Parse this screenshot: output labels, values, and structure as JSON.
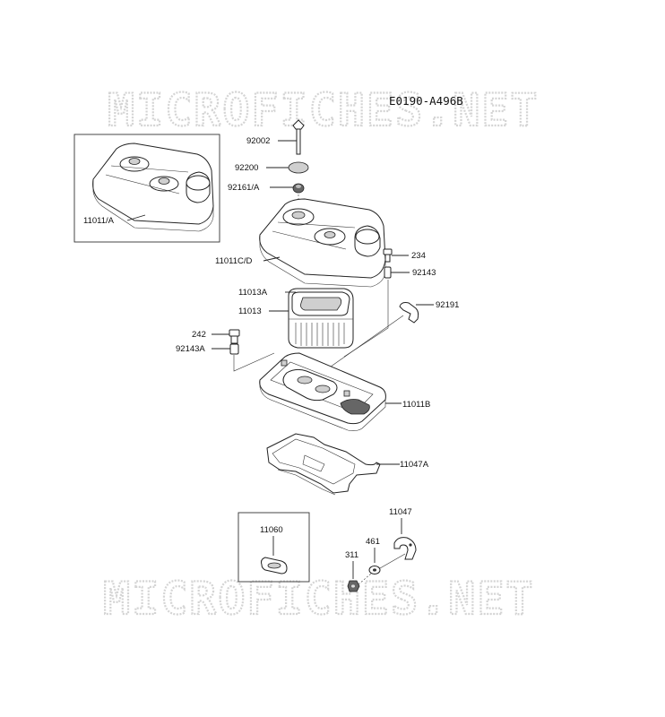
{
  "diagram_code": "E0190-A496B",
  "watermark_text": "MICROFICHES.NET",
  "callouts": [
    {
      "id": "92002",
      "label": "92002"
    },
    {
      "id": "92200",
      "label": "92200"
    },
    {
      "id": "92161a",
      "label": "92161/A"
    },
    {
      "id": "11011a",
      "label": "11011/A"
    },
    {
      "id": "11011cd",
      "label": "11011C/D"
    },
    {
      "id": "234",
      "label": "234"
    },
    {
      "id": "92143",
      "label": "92143"
    },
    {
      "id": "11013a",
      "label": "11013A"
    },
    {
      "id": "11013",
      "label": "11013"
    },
    {
      "id": "92191",
      "label": "92191"
    },
    {
      "id": "242",
      "label": "242"
    },
    {
      "id": "92143a",
      "label": "92143A"
    },
    {
      "id": "11011b",
      "label": "11011B"
    },
    {
      "id": "11047a",
      "label": "11047A"
    },
    {
      "id": "11060",
      "label": "11060"
    },
    {
      "id": "11047",
      "label": "11047"
    },
    {
      "id": "461",
      "label": "461"
    },
    {
      "id": "311",
      "label": "311"
    }
  ]
}
